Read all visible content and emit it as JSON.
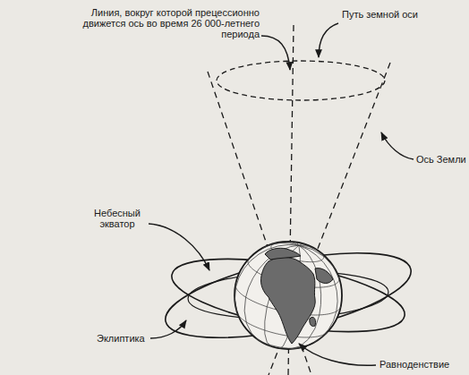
{
  "diagram": {
    "labels": [
      "Линия, вокруг которой прецессионно движется ось во время 26 000-летнего периода",
      "Путь земной оси",
      "Ось Земли",
      "Небесный экватор",
      "Эклиптика",
      "Равноденствие"
    ]
  }
}
